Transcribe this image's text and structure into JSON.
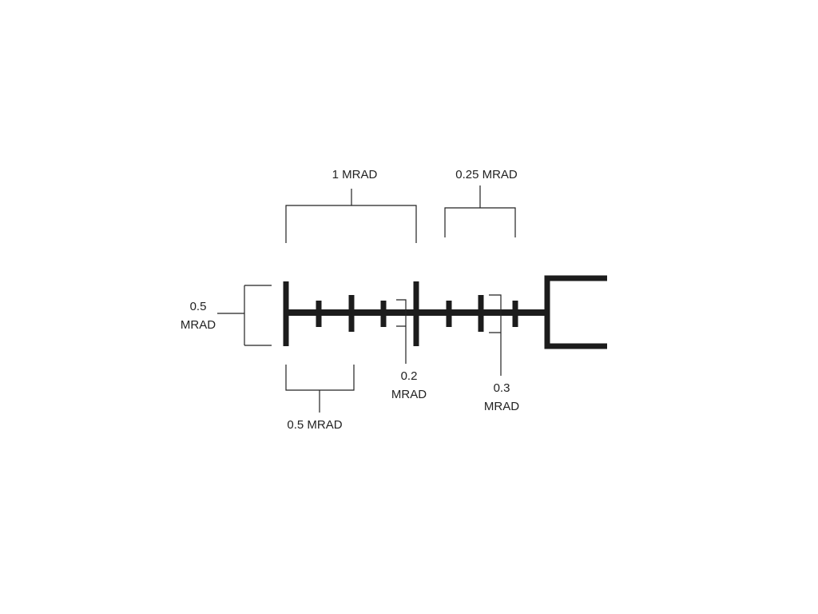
{
  "labels": {
    "one_mrad": "1 MRAD",
    "quarter_mrad": "0.25 MRAD",
    "half_mrad_height_value": "0.5",
    "half_mrad_height_unit": "MRAD",
    "half_mrad_spacing": "0.5 MRAD",
    "small_tick_value": "0.2",
    "small_tick_unit": "MRAD",
    "medium_tick_value": "0.3",
    "medium_tick_unit": "MRAD"
  },
  "colors": {
    "ink": "#1c1c1c",
    "background": "#ffffff"
  }
}
